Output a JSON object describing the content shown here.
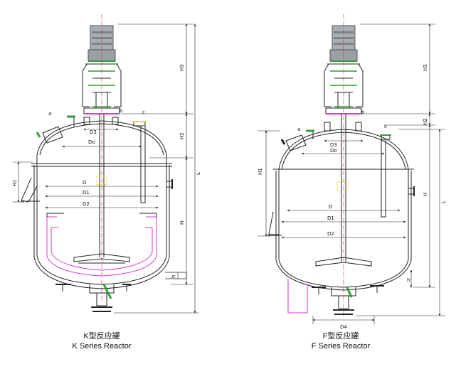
{
  "colors": {
    "line": "#222222",
    "motor": "#9aa0a6",
    "accent_green": "#2e9e3a",
    "jacket_pink": "#d23bd2",
    "centerline": "#bb3333",
    "marker": "#e6d64a"
  },
  "k_reactor": {
    "caption_cn": "K型反应罐",
    "caption_en": "K Series Reactor",
    "labels": {
      "a": "a",
      "b": "b",
      "c": "c",
      "d3": "D3",
      "d0": "Do",
      "d": "D",
      "d1": "D1",
      "d2": "D2",
      "h3": "H3",
      "h2": "H2",
      "h1": "H1",
      "h": "H",
      "l": "L",
      "hsmall": "h"
    }
  },
  "f_reactor": {
    "caption_cn": "F型反应罐",
    "caption_en": "F Series Reactor",
    "labels": {
      "a": "a",
      "b": "b",
      "c": "c",
      "d3": "D3",
      "d0": "Do",
      "d": "D",
      "d1": "D1",
      "d2": "D2",
      "d4": "D4",
      "h3": "H3",
      "h2": "H2",
      "h1": "H1",
      "h": "H",
      "l": "L",
      "hsmall": "h"
    }
  }
}
